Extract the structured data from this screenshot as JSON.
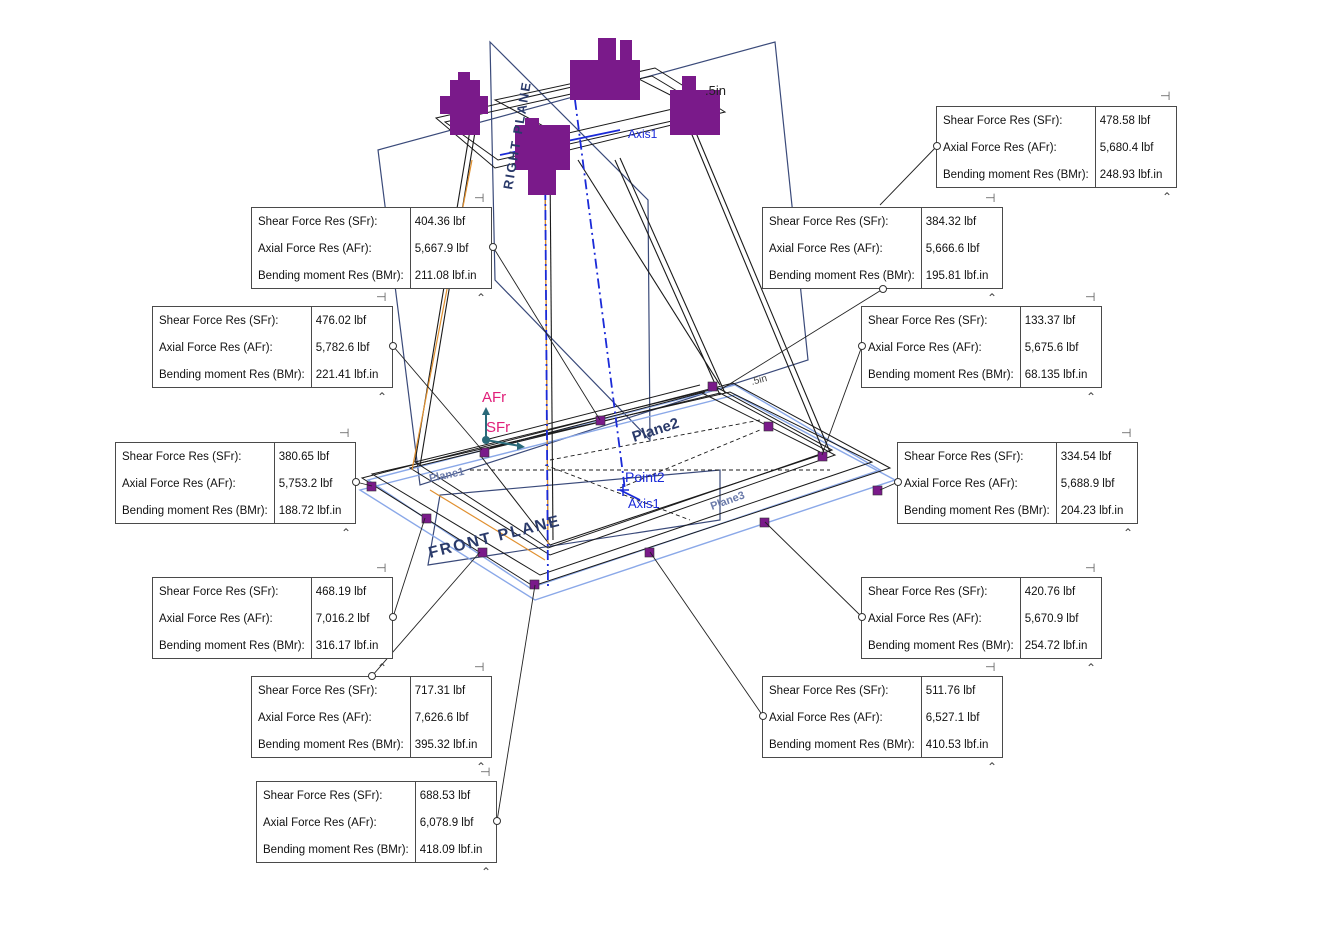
{
  "labels": {
    "sfr_row": "Shear Force Res (SFr):",
    "afr_row": "Axial Force Res (AFr):",
    "bmr_row": "Bending moment Res (BMr):"
  },
  "model": {
    "right_plane": "RIGHT PLANE",
    "front_plane": "FRONT PLANE",
    "plane2": "Plane2",
    "plane_small": "Plane3",
    "point2": "Point2",
    "axis1": "Axis1",
    "axis_top": "Axis1",
    "afr_marker": "AFr",
    "sfr_marker": "SFr",
    "dim_top": ".5in",
    "dim_bottom": ".5in",
    "small_label": "Plane1"
  },
  "callouts": [
    {
      "sfr": "478.58 lbf",
      "afr": "5,680.4 lbf",
      "bmr": "248.93 lbf.in"
    },
    {
      "sfr": "404.36 lbf",
      "afr": "5,667.9 lbf",
      "bmr": "211.08 lbf.in"
    },
    {
      "sfr": "384.32 lbf",
      "afr": "5,666.6 lbf",
      "bmr": "195.81 lbf.in"
    },
    {
      "sfr": "476.02 lbf",
      "afr": "5,782.6 lbf",
      "bmr": "221.41 lbf.in"
    },
    {
      "sfr": "133.37 lbf",
      "afr": "5,675.6 lbf",
      "bmr": "68.135 lbf.in"
    },
    {
      "sfr": "380.65 lbf",
      "afr": "5,753.2 lbf",
      "bmr": "188.72 lbf.in"
    },
    {
      "sfr": "334.54 lbf",
      "afr": "5,688.9 lbf",
      "bmr": "204.23 lbf.in"
    },
    {
      "sfr": "468.19 lbf",
      "afr": "7,016.2 lbf",
      "bmr": "316.17 lbf.in"
    },
    {
      "sfr": "420.76 lbf",
      "afr": "5,670.9 lbf",
      "bmr": "254.72 lbf.in"
    },
    {
      "sfr": "717.31 lbf",
      "afr": "7,626.6 lbf",
      "bmr": "395.32 lbf.in"
    },
    {
      "sfr": "511.76 lbf",
      "afr": "6,527.1 lbf",
      "bmr": "410.53 lbf.in"
    },
    {
      "sfr": "688.53 lbf",
      "afr": "6,078.9 lbf",
      "bmr": "418.09 lbf.in"
    }
  ],
  "colors": {
    "plane_outline": "#3a4a7a",
    "frame_line": "#1a1a1a",
    "load_arrow": "#7a1a8a",
    "axis_blue": "#1a2ad8",
    "marker_pink": "#e0207a",
    "cable_orange": "#e09030",
    "light_blue": "#8aa8e8"
  },
  "icons": [
    "pin-icon",
    "collapse-chevron-icon",
    "callout-anchor-icon"
  ]
}
